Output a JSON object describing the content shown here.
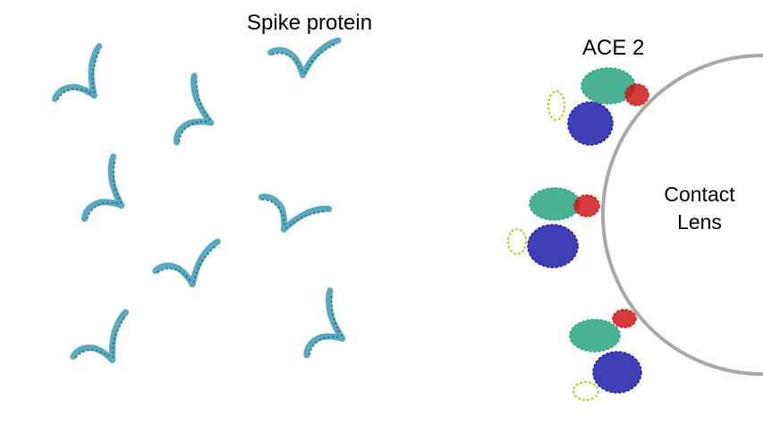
{
  "labels": {
    "spike_title": "Spike protein",
    "ace_title": "ACE 2",
    "lens_line1": "Contact",
    "lens_line2": "Lens"
  },
  "colors": {
    "spike": "#5aa9bf",
    "spike_dark": "#2f6f85",
    "ace_teal": "#2aa383",
    "ace_blue": "#1d1da8",
    "ace_red": "#d01818",
    "ace_yellow": "#b8cc2a",
    "lens_outline": "#a8a8a8"
  },
  "icons": {
    "spike": "spike-protein-icon",
    "ace": "ace2-receptor-icon",
    "lens": "contact-lens-icon"
  }
}
